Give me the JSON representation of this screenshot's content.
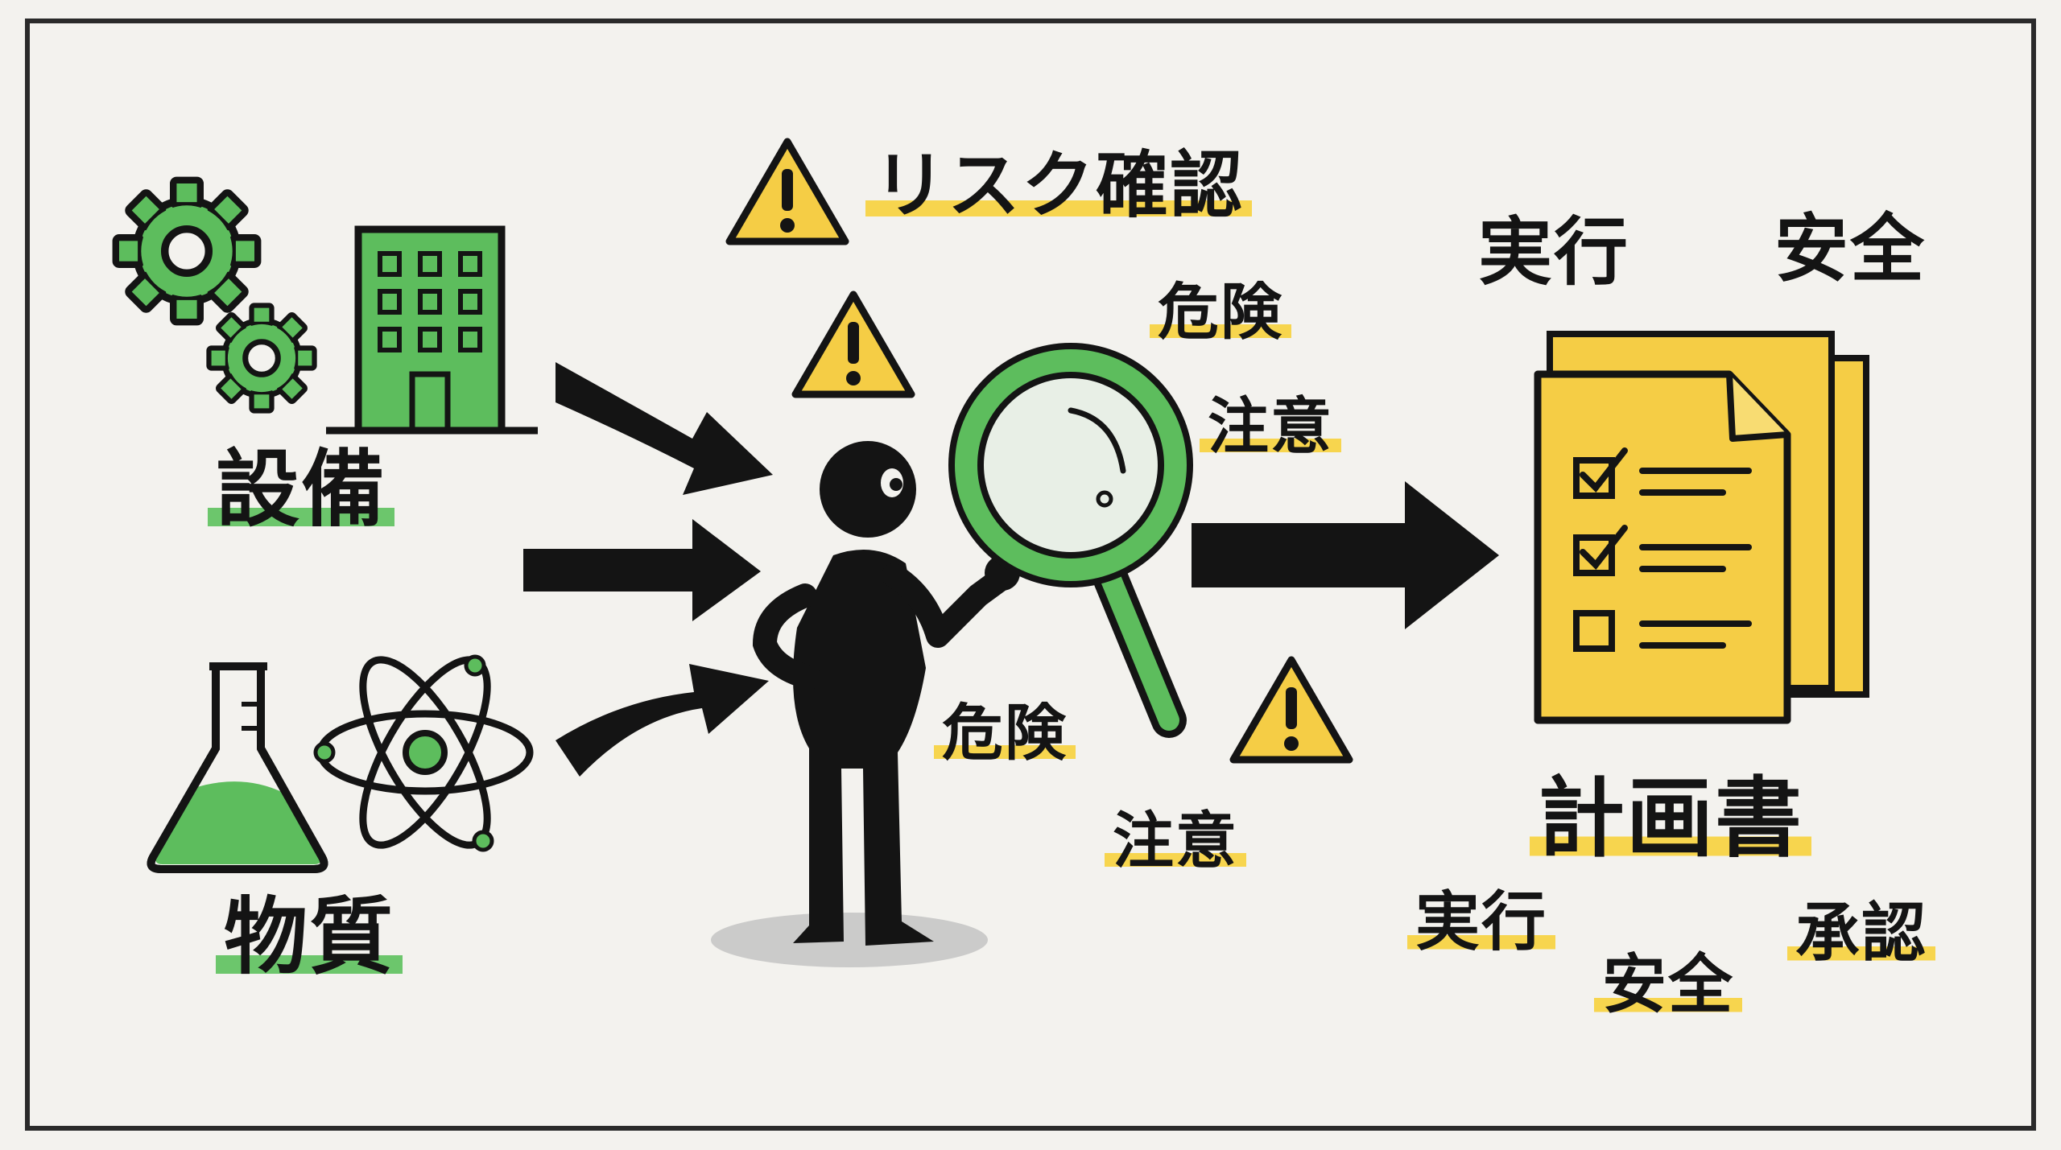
{
  "labels": {
    "equipment": "設備",
    "substance": "物質",
    "risk_check": "リスク確認",
    "danger_top": "危険",
    "caution_top": "注意",
    "danger_bottom": "危険",
    "caution_bottom": "注意",
    "execute_top": "実行",
    "safety_top": "安全",
    "plan_document": "計画書",
    "execute_bottom": "実行",
    "safety_bottom": "安全",
    "approval": "承認"
  },
  "icons": {
    "gears": "gear-icon",
    "building": "building-icon",
    "flask": "flask-icon",
    "atom": "atom-icon",
    "warning": "warning-icon",
    "person": "person-icon",
    "magnifier": "magnifying-glass-icon",
    "document": "document-checklist-icon"
  },
  "colors": {
    "green": "#5dbd5d",
    "yellow": "#f5cd45",
    "ink": "#141414",
    "paper": "#f3f2ee"
  }
}
